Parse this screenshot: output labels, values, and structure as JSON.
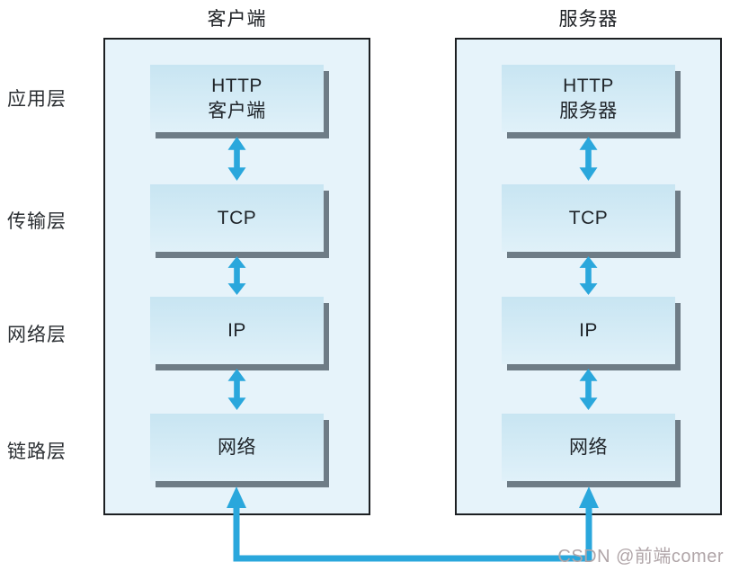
{
  "layer_labels": [
    "应用层",
    "传输层",
    "网络层",
    "链路层"
  ],
  "columns": [
    {
      "id": "client",
      "title": "客户端",
      "boxes": [
        {
          "lines": [
            "HTTP",
            "客户端"
          ]
        },
        {
          "lines": [
            "TCP"
          ]
        },
        {
          "lines": [
            "IP"
          ]
        },
        {
          "lines": [
            "网络"
          ]
        }
      ]
    },
    {
      "id": "server",
      "title": "服务器",
      "boxes": [
        {
          "lines": [
            "HTTP",
            "服务器"
          ]
        },
        {
          "lines": [
            "TCP"
          ]
        },
        {
          "lines": [
            "IP"
          ]
        },
        {
          "lines": [
            "网络"
          ]
        }
      ]
    }
  ],
  "watermark": "CSDN @前端comer",
  "colors": {
    "arrow": "#2aa7dc",
    "panel_fill": "#e6f3fa",
    "panel_border": "#1c1f22",
    "box_fill_top": "#c8e5f2",
    "box_fill_bottom": "#e0f1f9",
    "shadow": "#6e7c86",
    "watermark": "#b0a5a8"
  }
}
